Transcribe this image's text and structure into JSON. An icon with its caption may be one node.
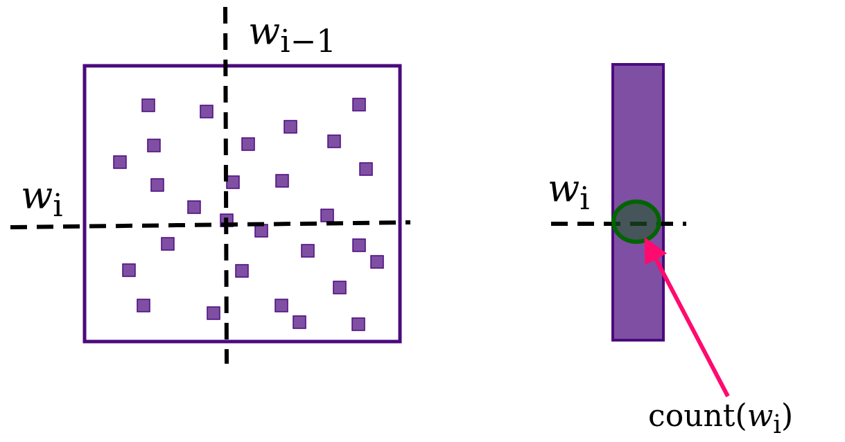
{
  "diagram": {
    "nodes": [
      {
        "text": [],
        "shape": "circle"
      },
      {
        "text": [
          "count(*w*$_{i}$)"
        ]
      }
    ],
    "edges": [
      {
        "from": 1,
        "to": 0,
        "arrow": "to",
        "color": "#ff0a6e"
      }
    ],
    "labels": [
      "*w*$_{i−1}$",
      "*w*$_{i}$",
      "*w*$_{i}$"
    ]
  }
}
